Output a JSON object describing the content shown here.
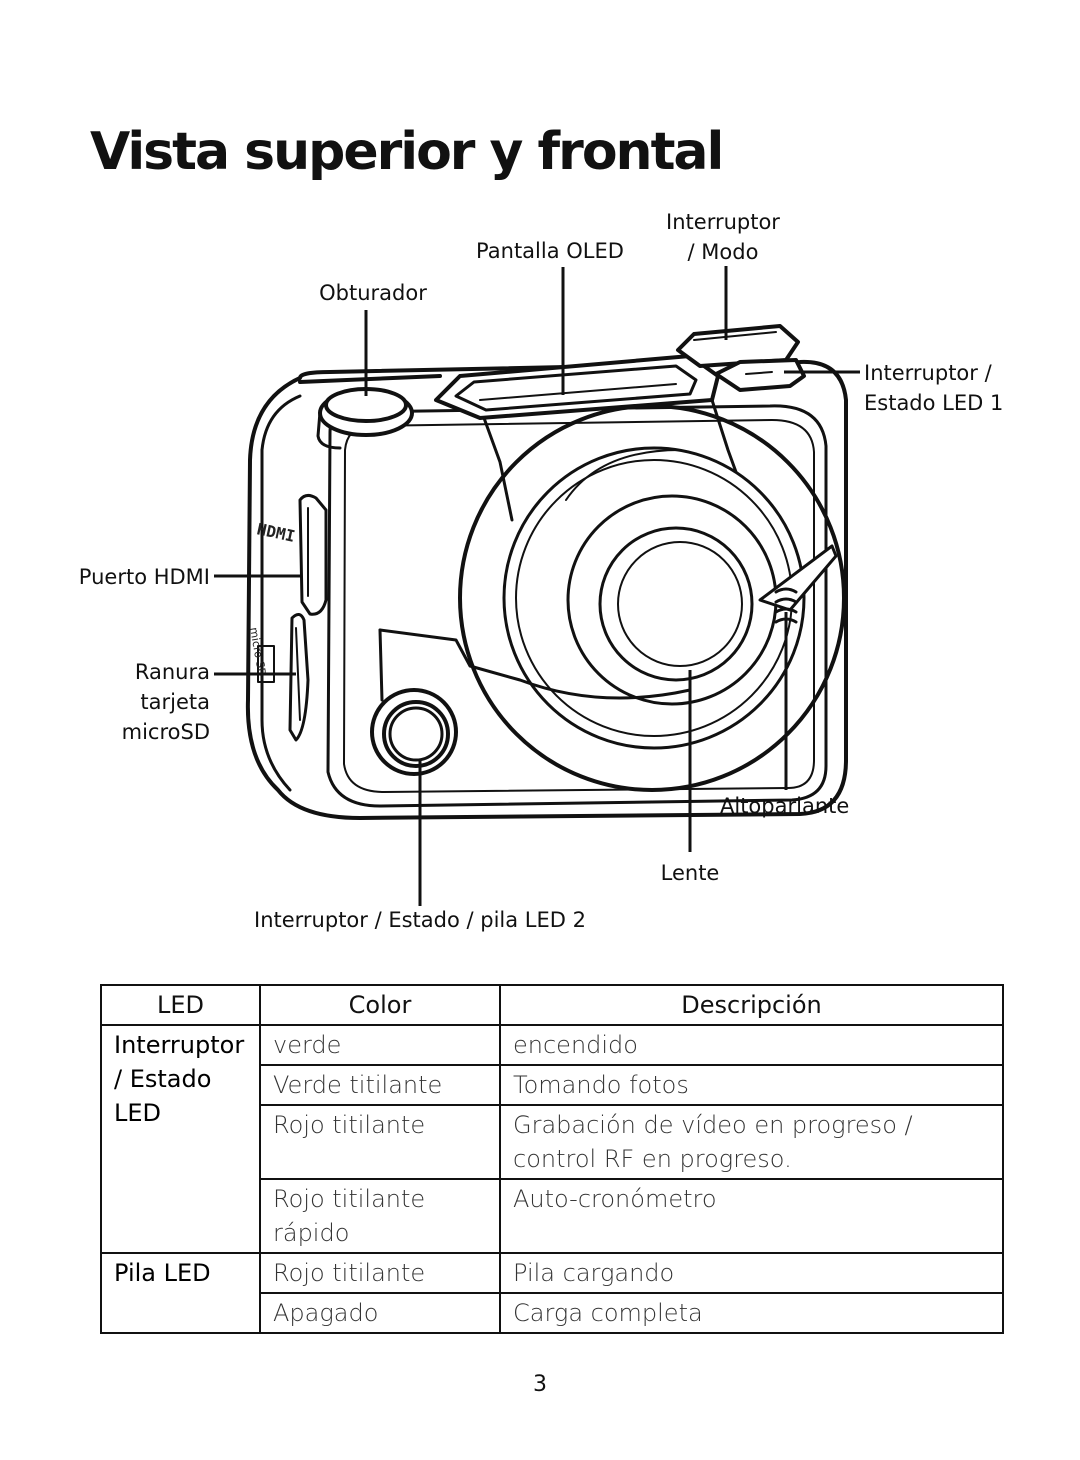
{
  "page": {
    "title": "Vista superior y frontal",
    "page_number": "3"
  },
  "labels": {
    "obturador": "Obturador",
    "pantalla_oled": "Pantalla OLED",
    "interruptor_modo_line1": "Interruptor",
    "interruptor_modo_line2": "/ Modo",
    "estado_led1_line1": "Interruptor /",
    "estado_led1_line2": "Estado LED 1",
    "puerto_hdmi": "Puerto HDMI",
    "ranura_line1": "Ranura",
    "ranura_line2": "tarjeta",
    "ranura_line3": "microSD",
    "altoparlante": "Altoparlante",
    "lente": "Lente",
    "estado_pila_led2": "Interruptor / Estado / pila LED 2"
  },
  "camera_body_text": {
    "hdmi": "HDMI",
    "micro_sd": "micro SD"
  },
  "table": {
    "headers": [
      "LED",
      "Color",
      "Descripción"
    ],
    "groups": {
      "interruptor": "Interruptor / Estado LED",
      "pila": "Pila LED"
    },
    "rows": [
      {
        "color": "verde",
        "description": "encendido"
      },
      {
        "color": "Verde titilante",
        "description": "Tomando fotos"
      },
      {
        "color": "Rojo titilante",
        "description": "Grabación de vídeo en progreso / control RF en progreso."
      },
      {
        "color": "Rojo titilante rápido",
        "description": "Auto-cronómetro"
      },
      {
        "color": "Rojo titilante",
        "description": "Pila cargando"
      },
      {
        "color": "Apagado",
        "description": "Carga completa"
      }
    ]
  }
}
